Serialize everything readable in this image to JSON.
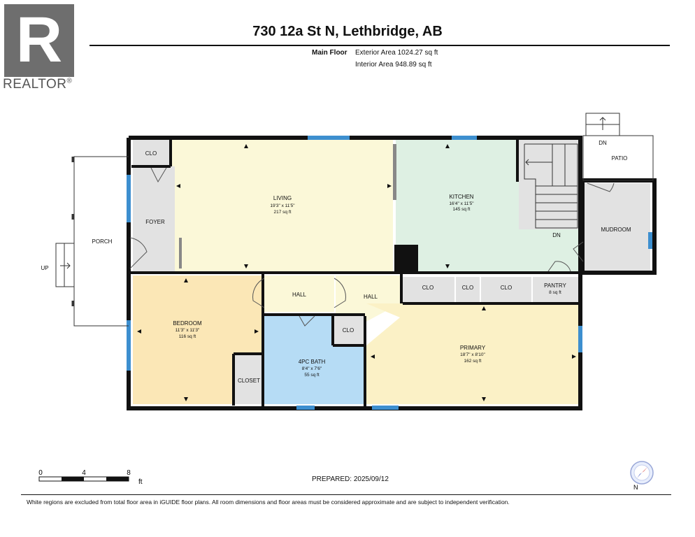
{
  "brand": {
    "logo_letter": "R",
    "logo_text": "REALTOR",
    "registered_mark": "®"
  },
  "header": {
    "title": "730 12a St N, Lethbridge, AB",
    "floor": "Main Floor",
    "exterior_area": "Exterior Area 1024.27 sq ft",
    "interior_area": "Interior Area 948.89 sq ft"
  },
  "rooms": {
    "living": {
      "name": "LIVING",
      "dims": "19'3\" x 11'5\"",
      "area": "217 sq ft"
    },
    "kitchen": {
      "name": "KITCHEN",
      "dims": "16'4\" x 11'5\"",
      "area": "145 sq ft"
    },
    "bedroom": {
      "name": "BEDROOM",
      "dims": "11'3\" x 11'3\"",
      "area": "116 sq ft"
    },
    "bath": {
      "name": "4PC BATH",
      "dims": "8'4\" x 7'6\"",
      "area": "55 sq ft"
    },
    "primary": {
      "name": "PRIMARY",
      "dims": "18'7\" x 8'10\"",
      "area": "162 sq ft"
    },
    "pantry": {
      "name": "PANTRY",
      "area": "8 sq ft"
    },
    "foyer": "FOYER",
    "porch": "PORCH",
    "mudroom": "MUDROOM",
    "patio": "PATIO",
    "hall_1": "HALL",
    "hall_2": "HALL",
    "closet": "CLOSET",
    "clo": "CLO"
  },
  "stairs": {
    "up": "UP",
    "down": "DN"
  },
  "scale": {
    "ticks": [
      "0",
      "4",
      "8"
    ],
    "unit": "ft"
  },
  "compass_label": "N",
  "prepared": "PREPARED:  2025/09/12",
  "footer": "White regions are excluded from total floor area in iGUIDE floor plans. All room dimensions and floor areas must be considered approximate and are subject to independent verification.",
  "colors": {
    "living": "#fbf8d8",
    "kitchen": "#def0e3",
    "bedroom": "#fbe7b6",
    "bath": "#b6dcf5",
    "primary": "#fbf1c6",
    "utility": "#e2e2e2",
    "wall": "#111111",
    "window": "#3d8fcf"
  }
}
